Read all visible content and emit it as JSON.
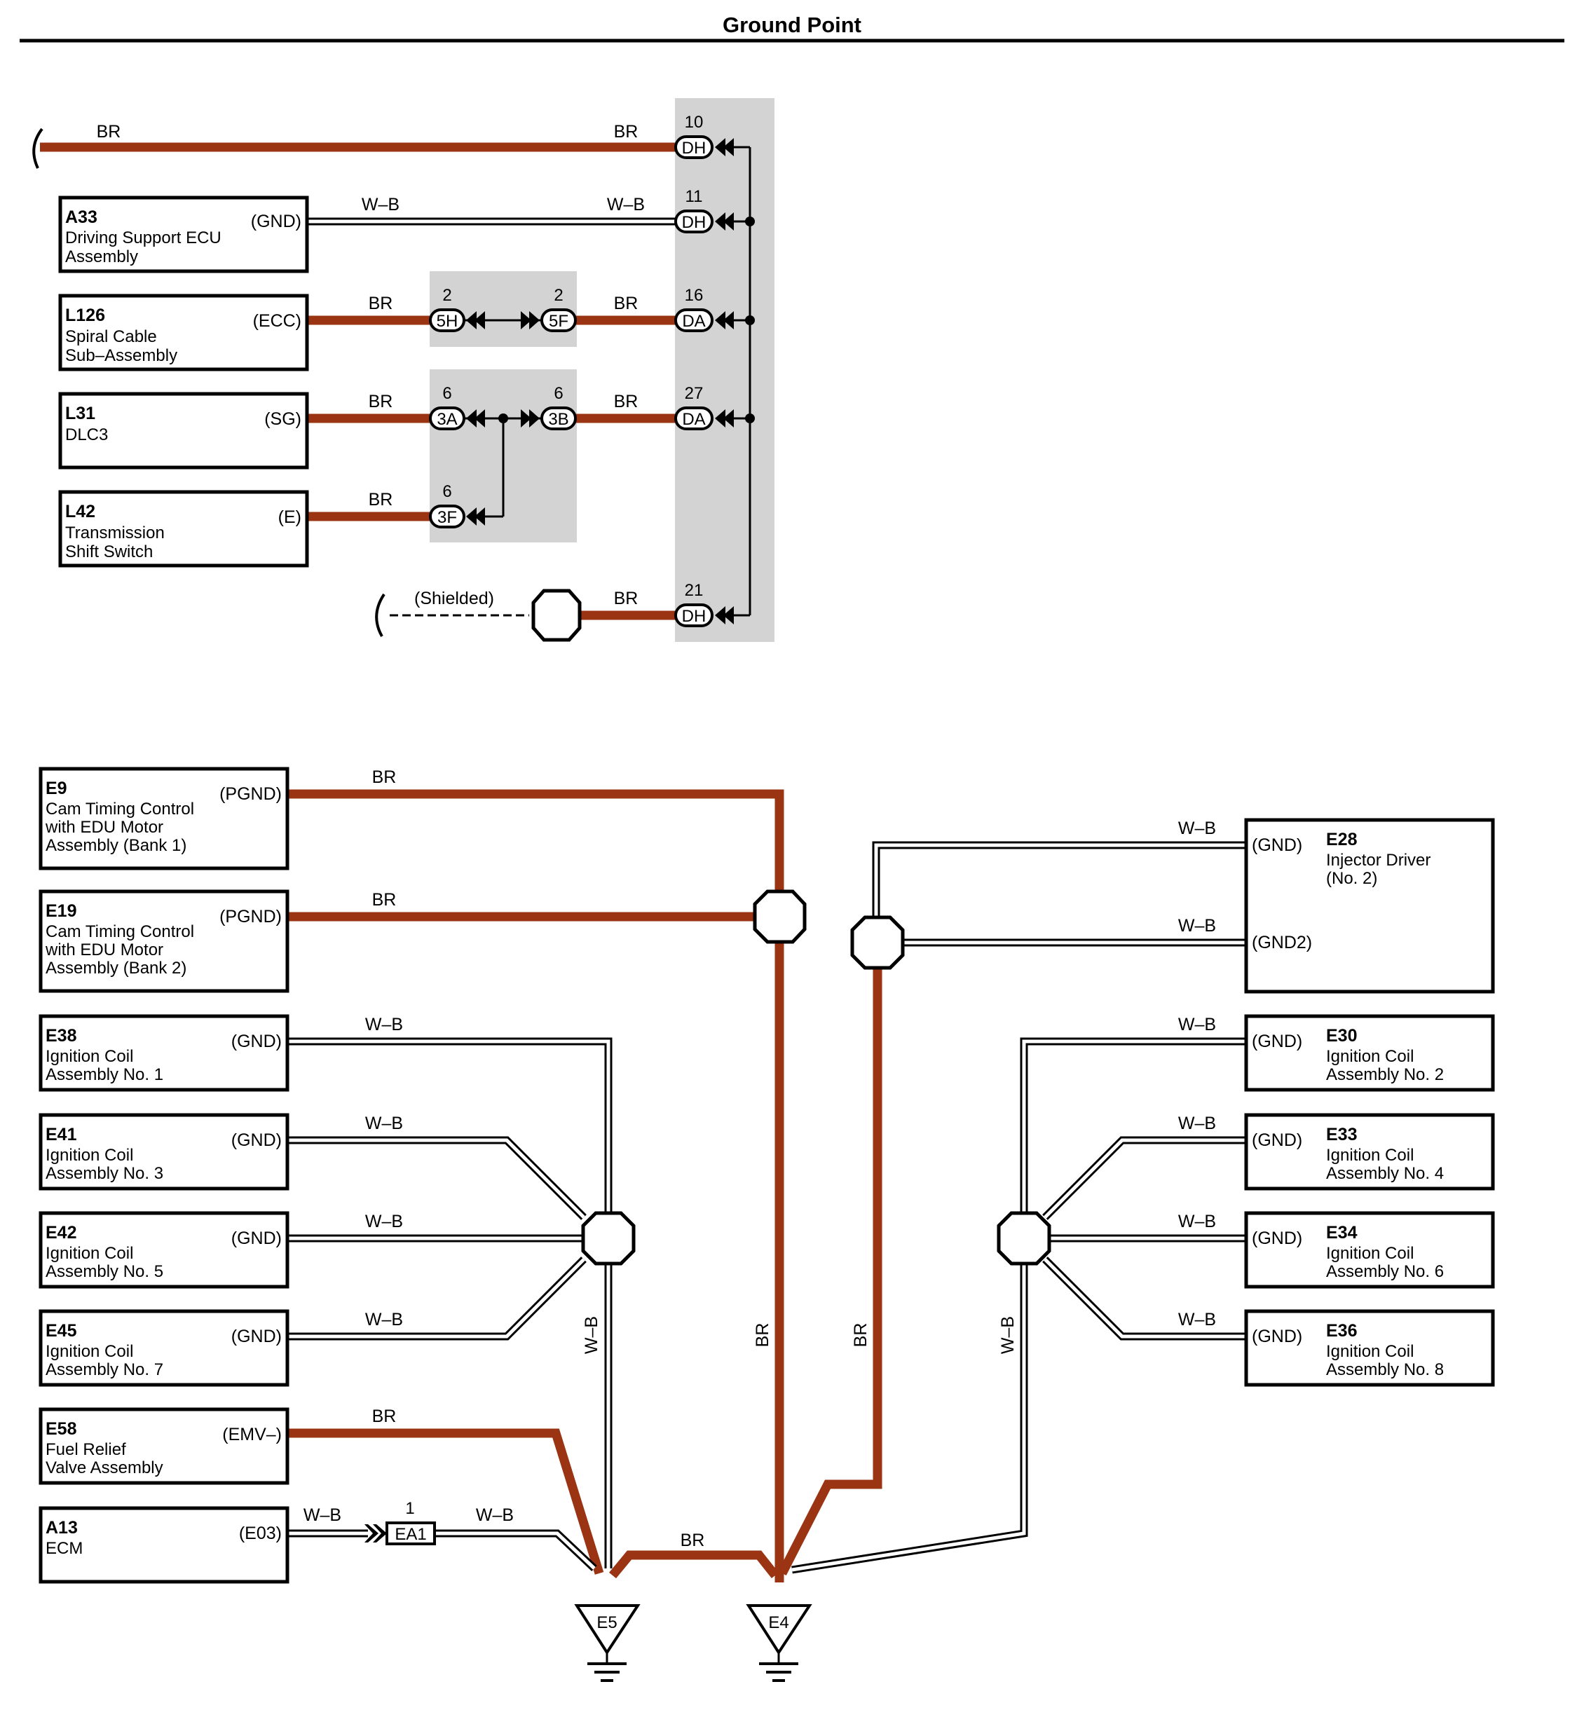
{
  "title": "Ground Point",
  "colors": {
    "wire_br": "#9a3412",
    "shield_box": "#d3d3d3",
    "line": "#000000"
  },
  "wire_labels": {
    "br": "BR",
    "wb": "W–B"
  },
  "top": {
    "shielded_label": "(Shielded)",
    "components": [
      {
        "id": "A33",
        "name1": "Driving Support ECU",
        "name2": "Assembly",
        "terminal": "(GND)"
      },
      {
        "id": "L126",
        "name1": "Spiral Cable",
        "name2": "Sub–Assembly",
        "terminal": "(ECC)"
      },
      {
        "id": "L31",
        "name1": "DLC3",
        "name2": "",
        "terminal": "(SG)"
      },
      {
        "id": "L42",
        "name1": "Transmission",
        "name2": "Shift Switch",
        "terminal": "(E)"
      }
    ],
    "right_connectors": [
      {
        "pin": "10",
        "code": "DH"
      },
      {
        "pin": "11",
        "code": "DH"
      },
      {
        "pin": "16",
        "code": "DA"
      },
      {
        "pin": "27",
        "code": "DA"
      },
      {
        "pin": "21",
        "code": "DH"
      }
    ],
    "mid_connectors": [
      {
        "pin": "2",
        "code": "5H"
      },
      {
        "pin": "2",
        "code": "5F"
      },
      {
        "pin": "6",
        "code": "3A"
      },
      {
        "pin": "6",
        "code": "3B"
      },
      {
        "pin": "6",
        "code": "3F"
      }
    ]
  },
  "bottom": {
    "left_components": [
      {
        "id": "E9",
        "name1": "Cam Timing Control",
        "name2": "with EDU Motor",
        "name3": "Assembly (Bank 1)",
        "terminal": "(PGND)"
      },
      {
        "id": "E19",
        "name1": "Cam Timing Control",
        "name2": "with EDU Motor",
        "name3": "Assembly (Bank 2)",
        "terminal": "(PGND)"
      },
      {
        "id": "E38",
        "name1": "Ignition Coil",
        "name2": "Assembly No. 1",
        "terminal": "(GND)"
      },
      {
        "id": "E41",
        "name1": "Ignition Coil",
        "name2": "Assembly No. 3",
        "terminal": "(GND)"
      },
      {
        "id": "E42",
        "name1": "Ignition Coil",
        "name2": "Assembly No. 5",
        "terminal": "(GND)"
      },
      {
        "id": "E45",
        "name1": "Ignition Coil",
        "name2": "Assembly No. 7",
        "terminal": "(GND)"
      },
      {
        "id": "E58",
        "name1": "Fuel Relief",
        "name2": "Valve Assembly",
        "terminal": "(EMV–)"
      },
      {
        "id": "A13",
        "name1": "ECM",
        "terminal": "(E03)"
      }
    ],
    "right_components": [
      {
        "id": "E28",
        "name1": "Injector Driver",
        "name2": "(No. 2)",
        "terminal": "(GND)",
        "terminal2": "(GND2)"
      },
      {
        "id": "E30",
        "name1": "Ignition Coil",
        "name2": "Assembly No. 2",
        "terminal": "(GND)"
      },
      {
        "id": "E33",
        "name1": "Ignition Coil",
        "name2": "Assembly No. 4",
        "terminal": "(GND)"
      },
      {
        "id": "E34",
        "name1": "Ignition Coil",
        "name2": "Assembly No. 6",
        "terminal": "(GND)"
      },
      {
        "id": "E36",
        "name1": "Ignition Coil",
        "name2": "Assembly No. 8",
        "terminal": "(GND)"
      }
    ],
    "inline_connector": {
      "pin": "1",
      "code": "EA1"
    },
    "ground_points": [
      {
        "code": "E5"
      },
      {
        "code": "E4"
      }
    ]
  }
}
